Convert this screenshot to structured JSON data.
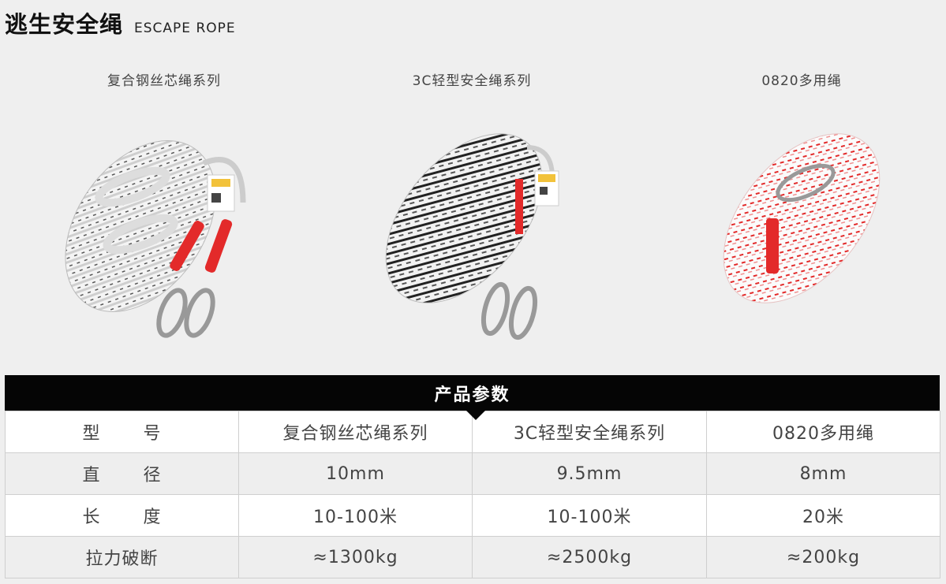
{
  "header": {
    "title_cn": "逃生安全绳",
    "title_en": "ESCAPE ROPE"
  },
  "products": [
    {
      "name": "复合钢丝芯绳系列",
      "icon": "white-rope-red-sleeves-image"
    },
    {
      "name": "3C轻型安全绳系列",
      "icon": "black-white-rope-image"
    },
    {
      "name": "0820多用绳",
      "icon": "red-white-rope-image"
    }
  ],
  "table": {
    "heading": "产品参数",
    "rows": [
      {
        "label_a": "型",
        "label_b": "号",
        "values": [
          "复合钢丝芯绳系列",
          "3C轻型安全绳系列",
          "0820多用绳"
        ]
      },
      {
        "label_a": "直",
        "label_b": "径",
        "values": [
          "10mm",
          "9.5mm",
          "8mm"
        ]
      },
      {
        "label_a": "长",
        "label_b": "度",
        "values": [
          "10-100米",
          "10-100米",
          "20米"
        ]
      },
      {
        "label": "拉力破断",
        "values": [
          "≈1300kg",
          "≈2500kg",
          "≈200kg"
        ]
      }
    ]
  },
  "colors": {
    "background": "#efefef",
    "header_bar": "#050505",
    "rope_red": "#e32a2a"
  }
}
